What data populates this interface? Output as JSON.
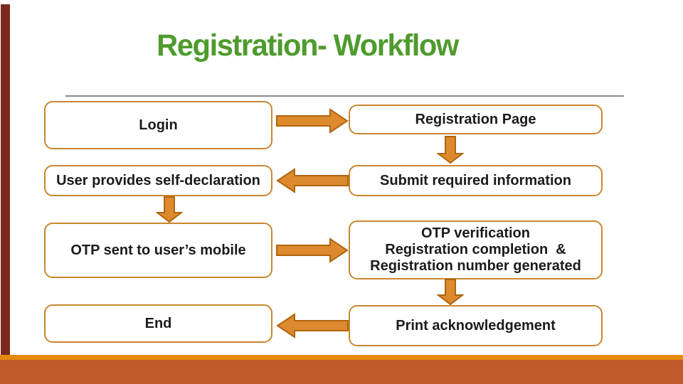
{
  "title": "Registration- Workflow",
  "theme": {
    "title_color": "#4f9b2d",
    "box_border": "#c9872f",
    "arrow_fill": "#dd8a2f",
    "arrow_stroke": "#b0650e",
    "left_bar": "#7b2a1d",
    "bottom_strip": "#e68a10",
    "bottom_bar": "#c05a2c",
    "rule_color": "#8a8a8a",
    "text_color": "#1b1b1b"
  },
  "flow": {
    "left": [
      {
        "label": "Login"
      },
      {
        "label": "User provides self-declaration"
      },
      {
        "label": "OTP sent to user’s mobile"
      },
      {
        "label": "End"
      }
    ],
    "right": [
      {
        "label": "Registration Page"
      },
      {
        "label": "Submit required information"
      },
      {
        "lines": [
          "OTP verification",
          "Registration completion  &",
          "Registration number generated"
        ]
      },
      {
        "label": "Print acknowledgement"
      }
    ],
    "arrows": [
      {
        "from": "Login",
        "to": "Registration Page",
        "direction": "right"
      },
      {
        "from": "Registration Page",
        "to": "Submit required information",
        "direction": "down"
      },
      {
        "from": "Submit required information",
        "to": "User provides self-declaration",
        "direction": "left"
      },
      {
        "from": "User provides self-declaration",
        "to": "OTP sent to user’s mobile",
        "direction": "down"
      },
      {
        "from": "OTP sent to user’s mobile",
        "to": "OTP verification",
        "direction": "right"
      },
      {
        "from": "OTP verification",
        "to": "Print acknowledgement",
        "direction": "down"
      },
      {
        "from": "Print acknowledgement",
        "to": "End",
        "direction": "left"
      }
    ]
  }
}
